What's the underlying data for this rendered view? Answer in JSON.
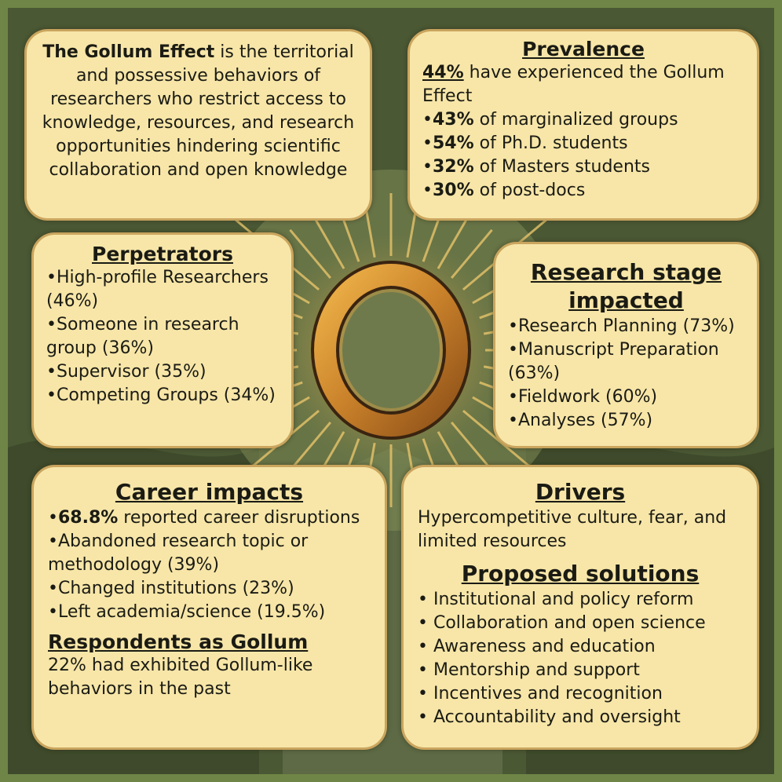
{
  "definition": {
    "term": "The Gollum Effect",
    "text": " is the territorial and possessive behaviors of researchers who restrict access to knowledge, resources, and research opportunities hindering scientific collaboration and open knowledge"
  },
  "prevalence": {
    "title": "Prevalence",
    "headline_value": "44%",
    "headline_text": " have experienced the Gollum Effect",
    "items": [
      {
        "value": "43%",
        "text": " of marginalized groups"
      },
      {
        "value": "54%",
        "text": " of Ph.D. students"
      },
      {
        "value": "32%",
        "text": " of Masters students"
      },
      {
        "value": "30%",
        "text": " of post-docs"
      }
    ]
  },
  "perpetrators": {
    "title": "Perpetrators",
    "items": [
      "•High-profile Researchers (46%)",
      "•Someone in research group (36%)",
      "•Supervisor (35%)",
      "•Competing Groups (34%)"
    ]
  },
  "research_stage": {
    "title": "Research stage impacted",
    "items": [
      "•Research Planning (73%)",
      "•Manuscript Preparation (63%)",
      "•Fieldwork (60%)",
      "•Analyses (57%)"
    ]
  },
  "career": {
    "title": "Career impacts",
    "headline_value": "68.8%",
    "headline_text": " reported career disruptions",
    "items": [
      "•Abandoned research topic or methodology (39%)",
      "•Changed institutions (23%)",
      "•Left academia/science (19.5%)"
    ],
    "respondents_title": "Respondents as Gollum",
    "respondents_text": "22% had exhibited Gollum-like behaviors in the past"
  },
  "drivers": {
    "title": "Drivers",
    "text": "Hypercompetitive culture, fear, and limited resources",
    "solutions_title": "Proposed solutions",
    "solutions": [
      "• Institutional and policy reform",
      "• Collaboration and open science",
      "• Awareness and education",
      "• Mentorship and support",
      "• Incentives and recognition",
      "• Accountability and oversight"
    ]
  },
  "colors": {
    "panel_fill": "#f7e6a8",
    "panel_border": "#caa55e",
    "frame_green": "#6f8547",
    "ring_gold": "#d1952f",
    "text": "#1b1b14"
  }
}
